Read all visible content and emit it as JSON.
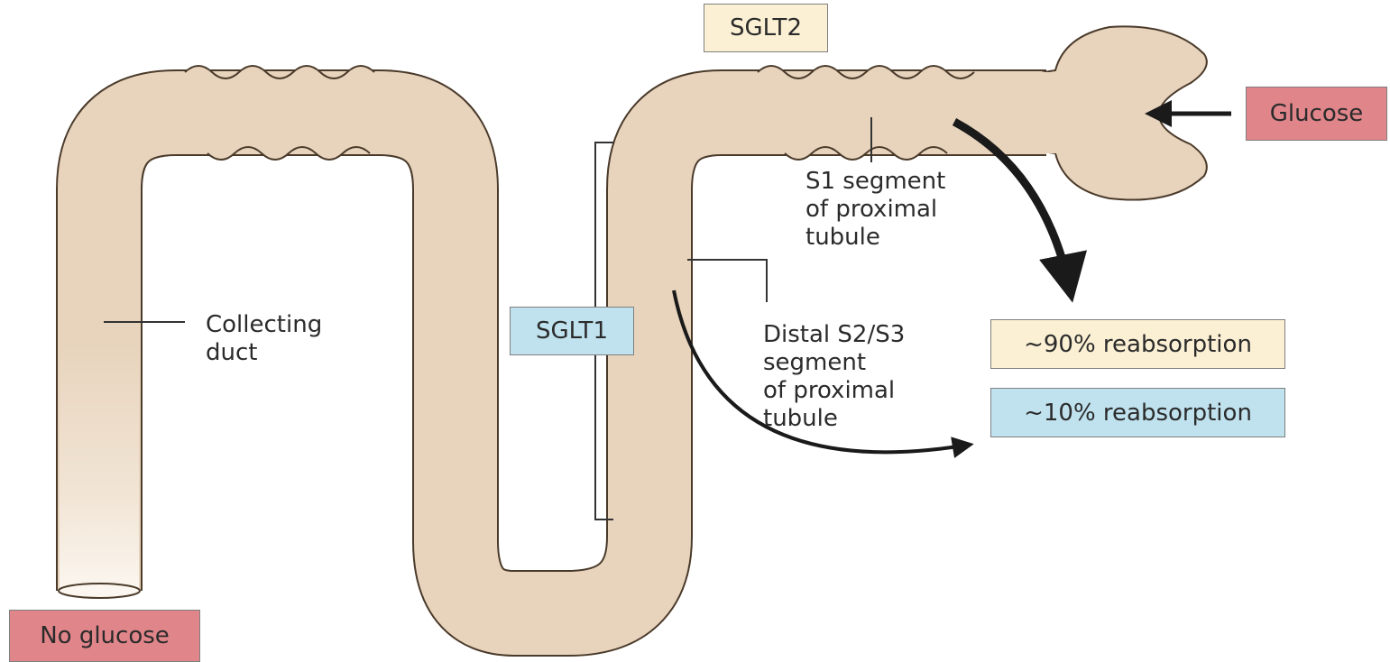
{
  "labels": {
    "sglt2": "SGLT2",
    "sglt1": "SGLT1",
    "glucose": "Glucose",
    "no_glucose": "No glucose",
    "s1_segment": "S1 segment\nof proximal\ntubule",
    "distal_segment": "Distal S2/S3\nsegment\nof proximal\ntubule",
    "collecting_duct": "Collecting\nduct",
    "reabsorption_90": "~90% reabsorption",
    "reabsorption_10": "~10% reabsorption"
  },
  "colors": {
    "tubule": "#e8d4bd",
    "tubule_outline": "#4a3a2a",
    "sglt2_box": "#fbf0d4",
    "sglt1_box": "#bfe2ee",
    "glucose_box": "#e0858a",
    "no_glucose_box": "#e0858a",
    "reabsorption_90_box": "#fbf0d4",
    "reabsorption_10_box": "#bfe2ee",
    "arrow": "#1a1a1a"
  }
}
